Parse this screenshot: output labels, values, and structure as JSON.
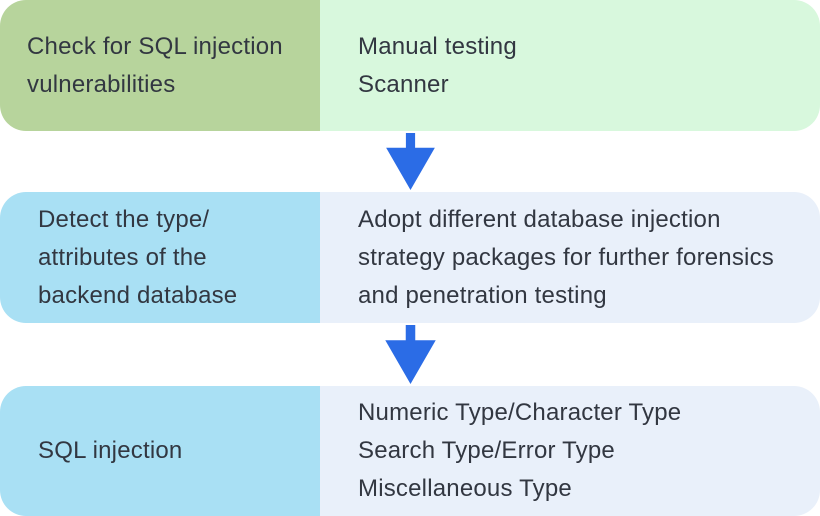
{
  "colors": {
    "canvas_bg": "#ffffff",
    "step1_left_bg": "#b7d49c",
    "step1_right_bg": "#d8f8dd",
    "step23_left_bg": "#a9e0f4",
    "step23_right_bg": "#e9f0fa",
    "arrow": "#2b6ce6",
    "text": "#323741"
  },
  "rows": [
    {
      "left": {
        "lines": [
          "Check for SQL injection",
          "vulnerabilities"
        ]
      },
      "right": {
        "lines": [
          "Manual testing",
          "Scanner"
        ]
      }
    },
    {
      "left": {
        "lines": [
          "Detect the type/",
          "attributes of the",
          "backend database"
        ]
      },
      "right": {
        "lines": [
          "Adopt different database injection",
          "strategy packages for further forensics",
          "and penetration testing"
        ]
      }
    },
    {
      "left": {
        "lines": [
          "SQL injection"
        ]
      },
      "right": {
        "lines": [
          "Numeric Type/Character Type",
          "Search Type/Error Type",
          "Miscellaneous Type"
        ]
      }
    }
  ]
}
